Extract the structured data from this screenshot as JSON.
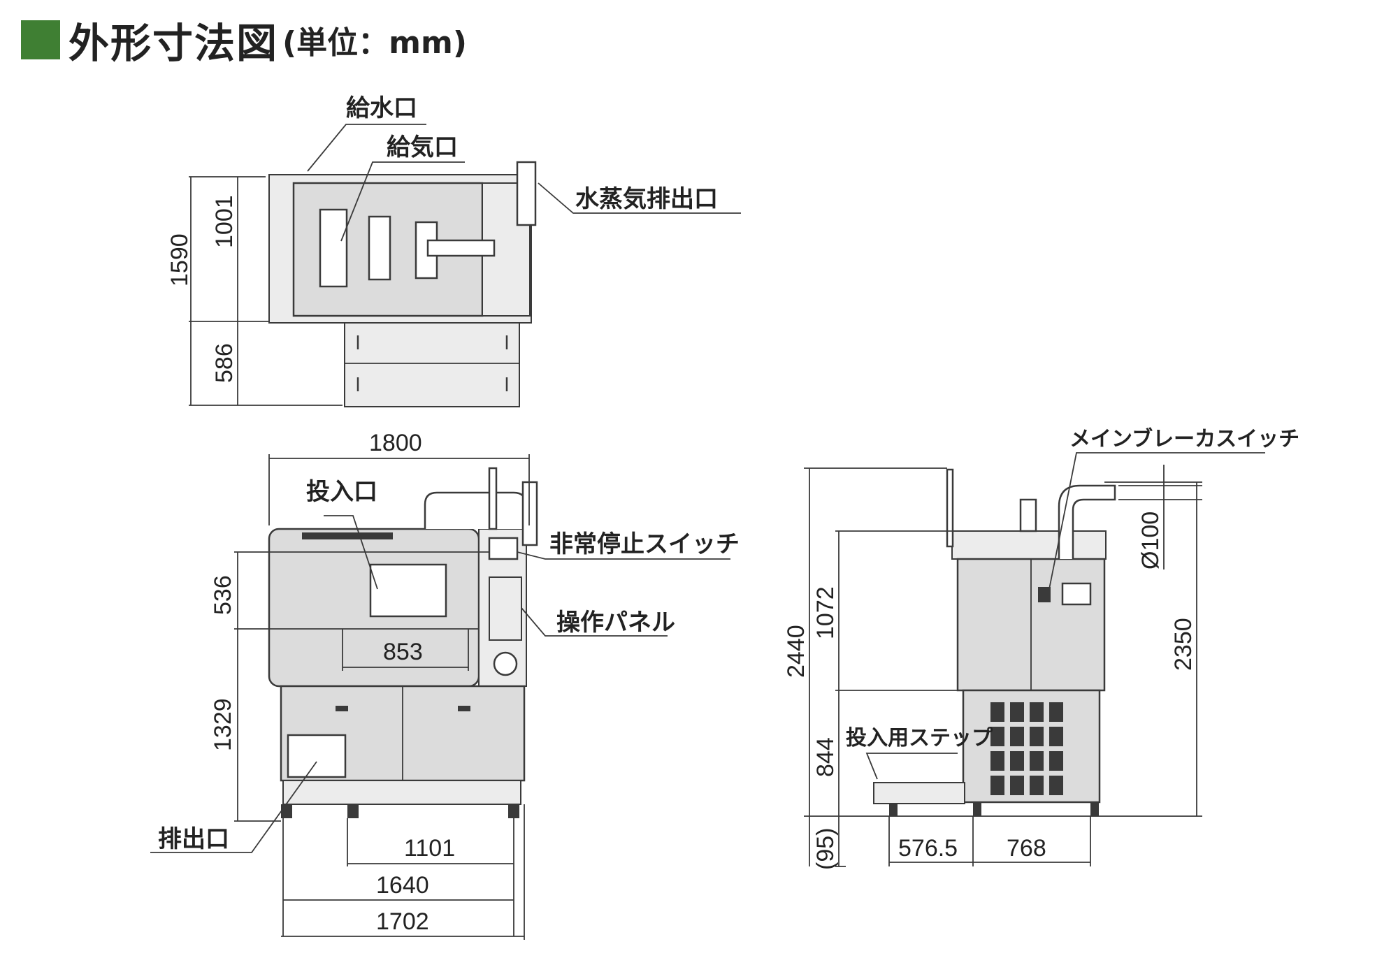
{
  "header": {
    "accent_color": "#3f7f33",
    "title": "外形寸法図",
    "unit": "(単位：mm)"
  },
  "labels": {
    "water_inlet": "給水口",
    "air_inlet": "給気口",
    "steam_outlet": "水蒸気排出口",
    "loading_port": "投入口",
    "emergency_stop": "非常停止スイッチ",
    "control_panel": "操作パネル",
    "discharge_port": "排出口",
    "main_breaker": "メインブレーカスイッチ",
    "loading_step": "投入用ステップ"
  },
  "dimensions": {
    "top_total_depth": "1590",
    "top_body_depth": "1001",
    "top_step_depth": "586",
    "front_width": "1800",
    "front_upper_height": "536",
    "front_lower_height": "1329",
    "front_opening_width": "853",
    "front_leg_span": "1101",
    "front_base_1640": "1640",
    "front_base_1702": "1702",
    "side_total_height": "2440",
    "side_upper_height": "1072",
    "side_lower_height": "844",
    "side_foot_height": "(95)",
    "side_body_height": "2350",
    "side_duct_diameter": "Ø100",
    "side_step_depth": "576.5",
    "side_body_depth": "768"
  }
}
